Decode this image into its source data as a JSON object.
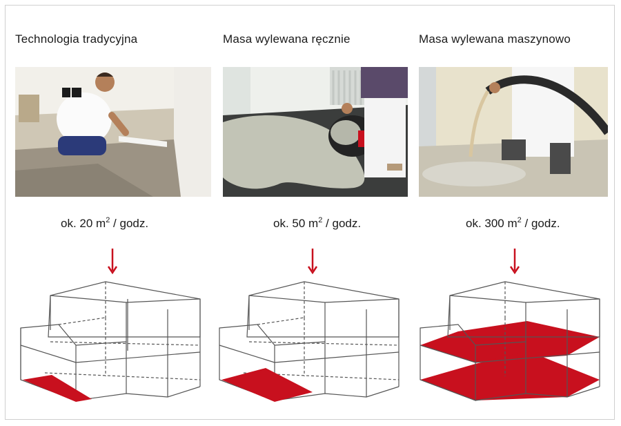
{
  "columns": [
    {
      "title": "Technologia tradycyjna",
      "rate_prefix": "ok. 20 m",
      "rate_sup": "2",
      "rate_suffix": " / godz.",
      "photo_icon": "worker-kneeling-leveling-screed-photo",
      "filled_levels": "small-corner-patch"
    },
    {
      "title": "Masa wylewana ręcznie",
      "rate_prefix": "ok. 50 m",
      "rate_sup": "2",
      "rate_suffix": " / godz.",
      "photo_icon": "worker-pouring-bucket-photo",
      "filled_levels": "ground-floor-left-room"
    },
    {
      "title": "Masa wylewana maszynowo",
      "rate_prefix": "ok. 300 m",
      "rate_sup": "2",
      "rate_suffix": " / godz.",
      "photo_icon": "worker-pumping-hose-photo",
      "filled_levels": "both-floors-entire"
    }
  ],
  "colors": {
    "accent": "#c8101e",
    "line": "#555555",
    "frame": "#cfcfcf"
  }
}
